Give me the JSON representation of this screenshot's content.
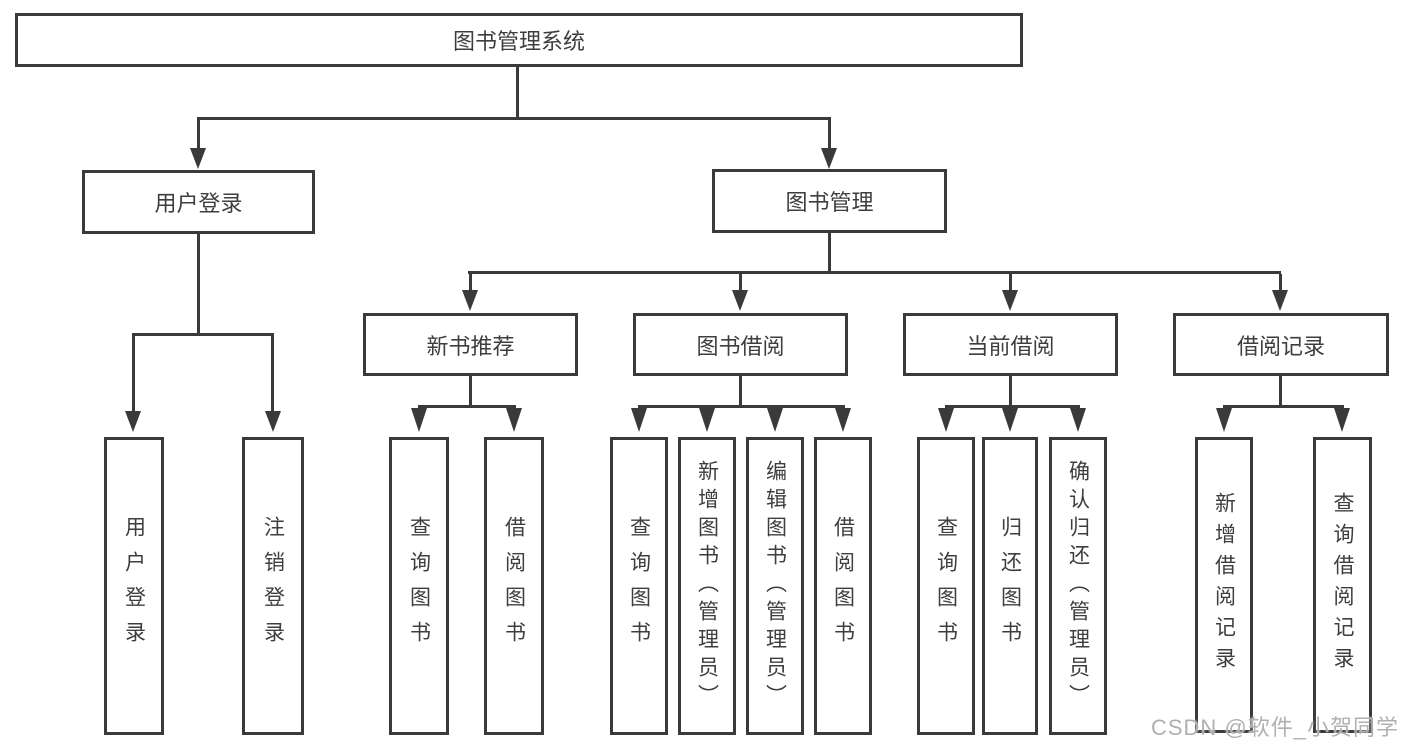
{
  "tree": {
    "root": "图书管理系统",
    "branches": [
      {
        "label": "用户登录",
        "leaves": [
          "用户登录",
          "注销登录"
        ]
      },
      {
        "label": "图书管理",
        "sections": [
          {
            "label": "新书推荐",
            "leaves": [
              "查询图书",
              "借阅图书"
            ]
          },
          {
            "label": "图书借阅",
            "leaves": [
              "查询图书",
              "新增图书（管理员）",
              "编辑图书（管理员）",
              "借阅图书"
            ]
          },
          {
            "label": "当前借阅",
            "leaves": [
              "查询图书",
              "归还图书",
              "确认归还（管理员）"
            ]
          },
          {
            "label": "借阅记录",
            "leaves": [
              "新增借阅记录",
              "查询借阅记录"
            ]
          }
        ]
      }
    ]
  },
  "watermark": {
    "text": "CSDN @软件_小贺同学"
  },
  "colors": {
    "line": "#3a3a3a",
    "text": "#3e3e3e",
    "box_background": "#ffffff",
    "watermark": "#b0b0b0",
    "background": "#ffffff"
  }
}
